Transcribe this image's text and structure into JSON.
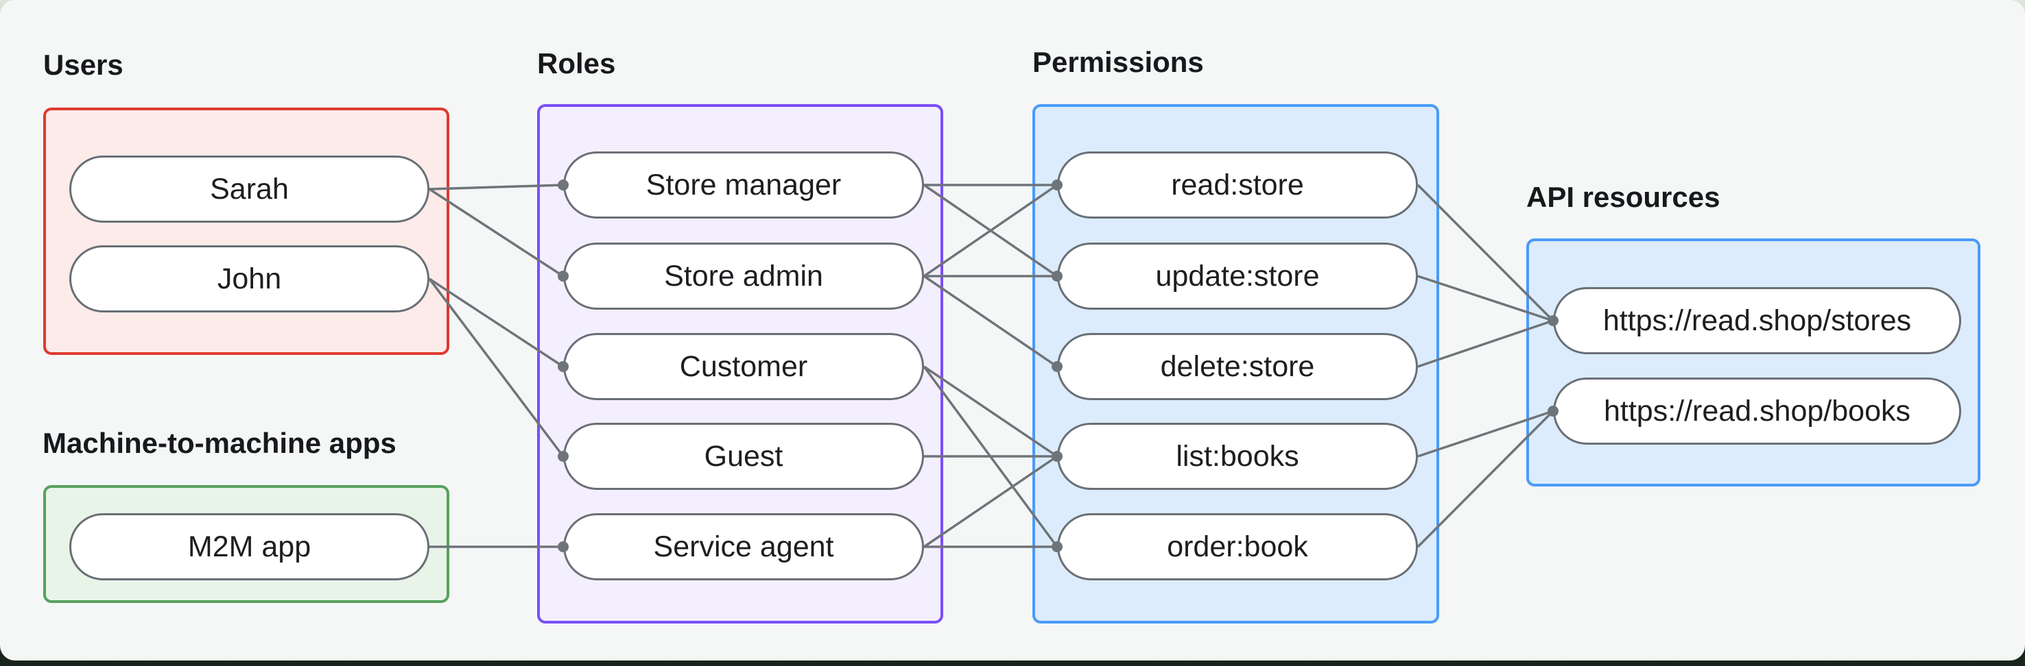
{
  "canvas": {
    "background": "#f5f6f6",
    "label_color": "#17191c",
    "backdrop_bottom": "#17231b"
  },
  "style": {
    "pill_bg": "#ffffff",
    "pill_border": "#696f75",
    "pill_text": "#1c1e21",
    "line_color": "#6f7479",
    "dot_color": "#6f7479",
    "line_width": 3.5,
    "dot_radius": 8
  },
  "groups": [
    {
      "id": "users",
      "label": "Users",
      "accent": "#e03a30",
      "fill": "#fcebe9",
      "items": [
        {
          "id": "sarah",
          "label": "Sarah"
        },
        {
          "id": "john",
          "label": "John"
        }
      ]
    },
    {
      "id": "m2m",
      "label": "Machine-to-machine apps",
      "accent": "#56a15c",
      "fill": "#e9f4e8",
      "items": [
        {
          "id": "m2m-app",
          "label": "M2M app"
        }
      ]
    },
    {
      "id": "roles",
      "label": "Roles",
      "accent": "#7a4efa",
      "fill": "#f4effe",
      "items": [
        {
          "id": "store-manager",
          "label": "Store manager"
        },
        {
          "id": "store-admin",
          "label": "Store admin"
        },
        {
          "id": "customer",
          "label": "Customer"
        },
        {
          "id": "guest",
          "label": "Guest"
        },
        {
          "id": "service-agent",
          "label": "Service agent"
        }
      ]
    },
    {
      "id": "permissions",
      "label": "Permissions",
      "accent": "#4a9bf7",
      "fill": "#dcecfc",
      "items": [
        {
          "id": "read-store",
          "label": "read:store"
        },
        {
          "id": "update-store",
          "label": "update:store"
        },
        {
          "id": "delete-store",
          "label": "delete:store"
        },
        {
          "id": "list-books",
          "label": "list:books"
        },
        {
          "id": "order-book",
          "label": "order:book"
        }
      ]
    },
    {
      "id": "api",
      "label": "API resources",
      "accent": "#4a9bf7",
      "fill": "#dcecfc",
      "items": [
        {
          "id": "api-stores",
          "label": "https://read.shop/stores"
        },
        {
          "id": "api-books",
          "label": "https://read.shop/books"
        }
      ]
    }
  ],
  "edges": [
    {
      "from": "sarah",
      "to": "store-manager"
    },
    {
      "from": "sarah",
      "to": "store-admin"
    },
    {
      "from": "john",
      "to": "customer"
    },
    {
      "from": "john",
      "to": "guest"
    },
    {
      "from": "m2m-app",
      "to": "service-agent"
    },
    {
      "from": "store-manager",
      "to": "read-store"
    },
    {
      "from": "store-manager",
      "to": "update-store"
    },
    {
      "from": "store-admin",
      "to": "read-store"
    },
    {
      "from": "store-admin",
      "to": "update-store"
    },
    {
      "from": "store-admin",
      "to": "delete-store"
    },
    {
      "from": "customer",
      "to": "list-books"
    },
    {
      "from": "customer",
      "to": "order-book"
    },
    {
      "from": "guest",
      "to": "list-books"
    },
    {
      "from": "service-agent",
      "to": "list-books"
    },
    {
      "from": "service-agent",
      "to": "order-book"
    },
    {
      "from": "read-store",
      "to": "api-stores"
    },
    {
      "from": "update-store",
      "to": "api-stores"
    },
    {
      "from": "delete-store",
      "to": "api-stores"
    },
    {
      "from": "list-books",
      "to": "api-books"
    },
    {
      "from": "order-book",
      "to": "api-books"
    }
  ]
}
